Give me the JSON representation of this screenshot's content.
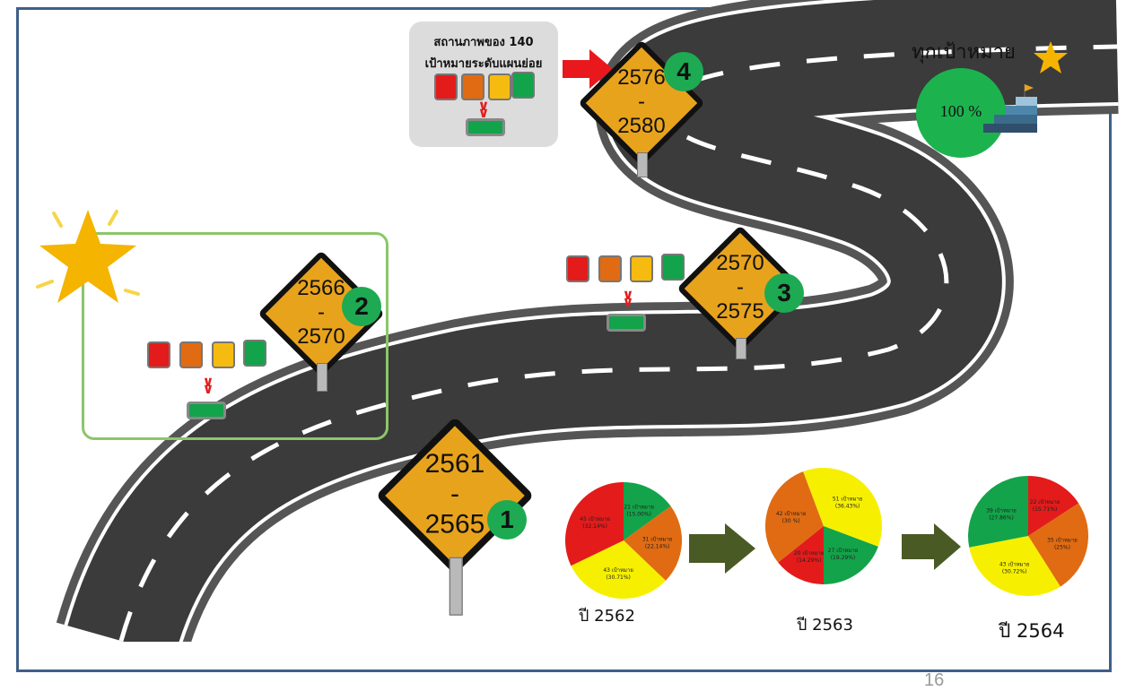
{
  "status_box": {
    "line1": "สถานภาพของ 140",
    "line2": "เป้าหมายระดับแผนย่อย"
  },
  "goal": {
    "title": "ทุกเป้าหมาย",
    "percent": "100 %"
  },
  "milestones": [
    {
      "badge": "1",
      "start": "2561",
      "sep": "-",
      "end": "2565"
    },
    {
      "badge": "2",
      "start": "2566",
      "sep": "-",
      "end": "2570"
    },
    {
      "badge": "3",
      "start": "2570",
      "sep": "-",
      "end": "2575"
    },
    {
      "badge": "4",
      "start": "2576",
      "sep": "-",
      "end": "2580"
    }
  ],
  "status_colors": {
    "red": "#e31b1b",
    "orange": "#e06b12",
    "yellow": "#f6bb10",
    "green": "#13a34a"
  },
  "chart_data": [
    {
      "type": "pie",
      "year_label": "ปี 2562",
      "slices": [
        {
          "label": "21 เป้าหมาย (15.00%)",
          "value": 15.0,
          "color": "#13a34a"
        },
        {
          "label": "31 เป้าหมาย (22.14%)",
          "value": 22.14,
          "color": "#e06b12"
        },
        {
          "label": "43 เป้าหมาย (30.71%)",
          "value": 30.71,
          "color": "#f6f000"
        },
        {
          "label": "45 เป้าหมาย (32.14%)",
          "value": 32.14,
          "color": "#e31b1b"
        }
      ]
    },
    {
      "type": "pie",
      "year_label": "ปี 2563",
      "slices": [
        {
          "label": "20 เป้าหมาย (14.29%)",
          "value": 14.29,
          "color": "#e31b1b"
        },
        {
          "label": "42 เป้าหมาย (30 %)",
          "value": 30.0,
          "color": "#e06b12"
        },
        {
          "label": "51 เป้าหมาย (36.43%)",
          "value": 36.43,
          "color": "#f6f000"
        },
        {
          "label": "27 เป้าหมาย (19.29%)",
          "value": 19.29,
          "color": "#13a34a"
        }
      ]
    },
    {
      "type": "pie",
      "year_label": "ปี 2564",
      "slices": [
        {
          "label": "22 เป้าหมาย (15.71%)",
          "value": 15.71,
          "color": "#e31b1b"
        },
        {
          "label": "35 เป้าหมาย (25%)",
          "value": 25.0,
          "color": "#e06b12"
        },
        {
          "label": "43 เป้าหมาย (30.72%)",
          "value": 30.72,
          "color": "#f6f000"
        },
        {
          "label": "39 เป้าหมาย (27.86%)",
          "value": 27.86,
          "color": "#13a34a"
        }
      ]
    }
  ],
  "page_number": "16"
}
